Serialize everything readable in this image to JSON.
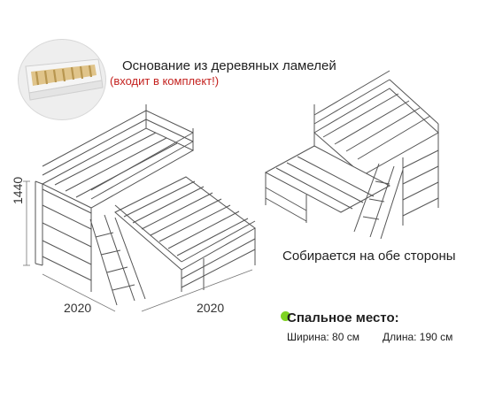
{
  "feature": {
    "title": "Основание из деревяных ламелей",
    "note": "(входит в комплект!)"
  },
  "assembly": {
    "text": "Собирается на обе стороны"
  },
  "dimensions": {
    "height": "1440",
    "length_a": "2020",
    "length_b": "2020"
  },
  "sleeping_place": {
    "title": "Спальное место:",
    "width": "Ширина: 80 см",
    "length": "Длина: 190 см",
    "accent_color": "#7ed321"
  },
  "note_color": "#c4221f"
}
